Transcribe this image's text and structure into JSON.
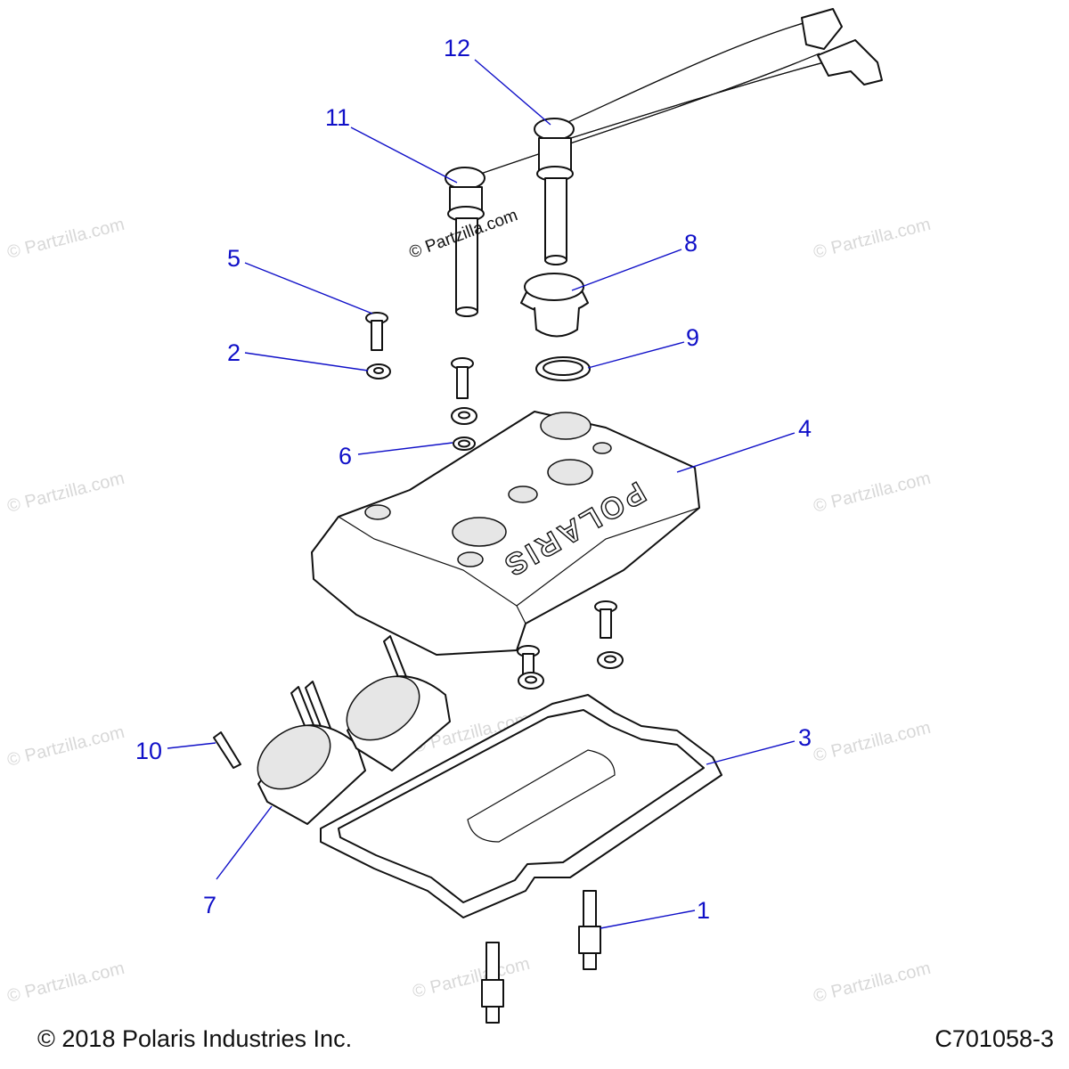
{
  "callouts": [
    {
      "id": "1",
      "label": "1"
    },
    {
      "id": "2",
      "label": "2"
    },
    {
      "id": "3",
      "label": "3"
    },
    {
      "id": "4",
      "label": "4"
    },
    {
      "id": "5",
      "label": "5"
    },
    {
      "id": "6",
      "label": "6"
    },
    {
      "id": "7",
      "label": "7"
    },
    {
      "id": "8",
      "label": "8"
    },
    {
      "id": "9",
      "label": "9"
    },
    {
      "id": "10",
      "label": "10"
    },
    {
      "id": "11",
      "label": "11"
    },
    {
      "id": "12",
      "label": "12"
    }
  ],
  "cover_logo": "POLARIS",
  "watermark": "© Partzilla.com",
  "footer": {
    "copyright": "© 2018 Polaris Industries Inc.",
    "figure_id": "C701058-3"
  },
  "colors": {
    "callout": "#1010c8",
    "line": "#111111",
    "watermark": "#d8d8d8"
  }
}
